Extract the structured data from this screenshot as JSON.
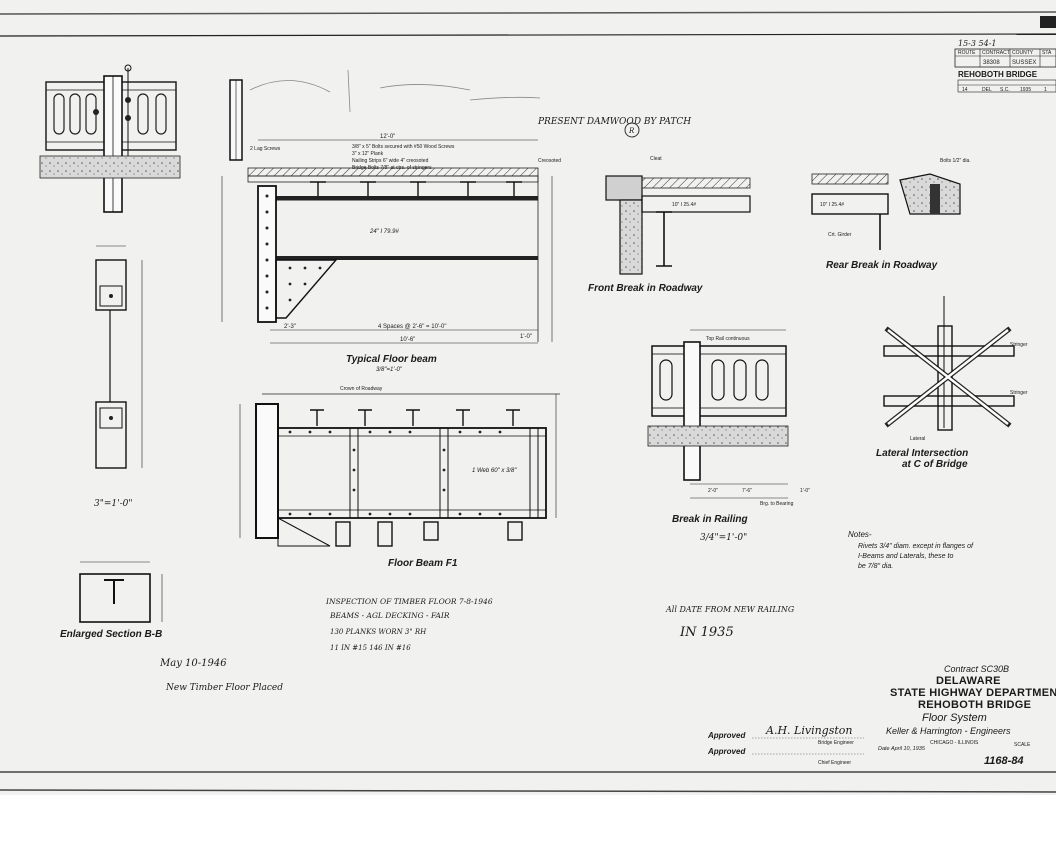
{
  "title_block_top": {
    "sheet_ref": "15-3  54-1",
    "headers": [
      "ROUTE",
      "CONTRACT",
      "COUNTY",
      "STA"
    ],
    "values": [
      "",
      "38308",
      "SUSSEX",
      ""
    ],
    "bridge_name": "REHOBOTH BRIDGE",
    "row2": [
      "14",
      "DEL",
      "S.C.",
      "1935",
      "1"
    ]
  },
  "top_annotation": "PRESENT DAMWOOD BY PATCH",
  "drawings": {
    "typical_floor_beam": {
      "label": "Typical Floor beam",
      "scale": "3/8\"=1'-0\"",
      "notes": [
        "3/8\" x 5\" Bolts secured with #50 Wood Screws",
        "3\" x 12\" Plank",
        "Nailing Strips 6\" wide 4\" creosoted",
        "Bridge Bolts 7/8\" at ctrs. of stringers",
        "2 Lag Screws",
        "Creosoted"
      ],
      "dims": [
        "12'-0\"",
        "4 Spaces @ 2'-6\" = 10'-0\"",
        "10'-6\"",
        "2'-3\"",
        "1'-0\""
      ],
      "member": "24\" I 79.9#"
    },
    "floor_beam_f1": {
      "label": "Floor Beam F1",
      "notes": [
        "Crown of Roadway",
        "1 Web 60\" x 3/8\""
      ]
    },
    "front_break": {
      "label": "Front Break in Roadway",
      "notes": [
        "10\" I 25.4#",
        "Cleat"
      ]
    },
    "rear_break": {
      "label": "Rear Break in Roadway",
      "notes": [
        "10\" I 25.4#",
        "Crt. Girder",
        "Bolts 1/2\" dia."
      ]
    },
    "break_in_railing": {
      "label": "Break in Railing",
      "scale": "3/4\"=1'-0\"",
      "notes": [
        "Top Rail continuous",
        "2'-0\"",
        "7'-6\"",
        "1'-0\"",
        "Brg. to Bearing"
      ]
    },
    "lateral_intersection": {
      "label": "Lateral Intersection",
      "label2": "at C of Bridge",
      "notes": [
        "Stringer",
        "Stringer",
        "Lateral"
      ]
    },
    "enlarged_section": {
      "label": "Enlarged Section B-B"
    },
    "detail_left": {
      "scale": "3\"=1'-0\""
    }
  },
  "notes_block": {
    "heading": "Notes-",
    "lines": [
      "Rivets 3/4\" diam. except in flanges of",
      "I-Beams and Laterals, these to",
      "be 7/8\" dia."
    ]
  },
  "handwritten": {
    "inspection": [
      "INSPECTION OF TIMBER FLOOR 7-8-1946",
      "BEAMS - AGL  DECKING - FAIR",
      "130 PLANKS WORN 3\" RH",
      "11 IN #15   146 IN #16"
    ],
    "railing_note_1": "All DATE FROM NEW RAILING",
    "railing_note_2": "IN 1935",
    "may_note_1": "May 10-1946",
    "may_note_2": "New Timber Floor Placed",
    "circle_mark": "R"
  },
  "title_block_bottom": {
    "contract": "Contract SC30B",
    "state": "DELAWARE",
    "department": "STATE HIGHWAY DEPARTMENT",
    "bridge": "REHOBOTH BRIDGE",
    "subject": "Floor System",
    "engineers": "Keller & Harrington - Engineers",
    "city": "CHICAGO - ILLINOIS",
    "date": "Date April 10, 1935",
    "scale_label": "SCALE",
    "drawing_no": "1168-84",
    "approved1_label": "Approved",
    "approved1_sig": "A.H. Livingston",
    "approved1_role": "Bridge Engineer",
    "approved2_label": "Approved",
    "approved2_role": "Chief Engineer"
  }
}
